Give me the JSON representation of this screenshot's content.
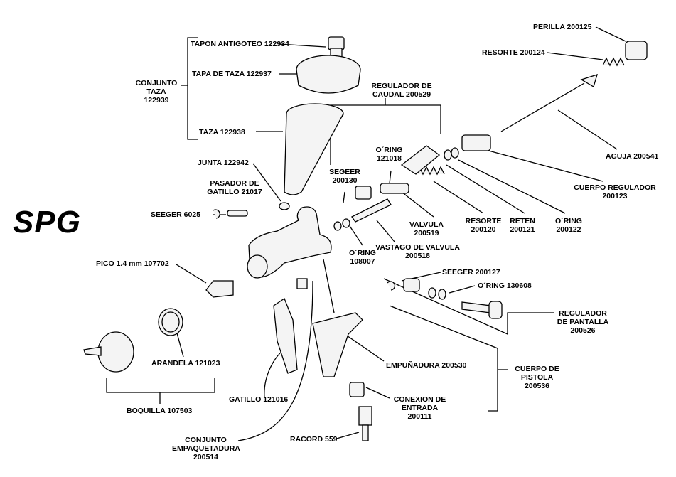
{
  "brand": "SPG",
  "colors": {
    "ink": "#000000",
    "background": "#ffffff",
    "part_fill": "#f4f4f4"
  },
  "labels": {
    "perilla": "PERILLA 200125",
    "resorte_124": "RESORTE 200124",
    "aguja": "AGUJA 200541",
    "cuerpo_regulador": [
      "CUERPO REGULADOR",
      "200123"
    ],
    "oring_122": [
      "O´RING",
      "200122"
    ],
    "reten": [
      "RETEN",
      "200121"
    ],
    "resorte_120": [
      "RESORTE",
      "200120"
    ],
    "valvula": [
      "VALVULA",
      "200519"
    ],
    "vastago": [
      "VASTAGO DE VALVULA",
      "200518"
    ],
    "oring_107": [
      "O´RING",
      "108007"
    ],
    "regulador_caudal": [
      "REGULADOR DE",
      "CAUDAL 200529"
    ],
    "oring_121": [
      "O´RING",
      "121018"
    ],
    "segeer": [
      "SEGEER",
      "200130"
    ],
    "tapon": "TAPON ANTIGOTEO 122934",
    "tapa": "TAPA DE TAZA 122937",
    "conjunto_taza": [
      "CONJUNTO",
      "TAZA",
      "122939"
    ],
    "taza": "TAZA 122938",
    "junta": "JUNTA 122942",
    "pasador": [
      "PASADOR DE",
      "GATILLO 21017"
    ],
    "seeger_6025": "SEEGER 6025",
    "pico": "PICO 1.4 mm 107702",
    "arandela": "ARANDELA 121023",
    "boquilla": "BOQUILLA  107503",
    "gatillo": "GATILLO 121016",
    "empaquetadura": [
      "CONJUNTO",
      "EMPAQUETADURA",
      "200514"
    ],
    "racord": "RACORD 559",
    "conexion": [
      "CONEXION DE",
      "ENTRADA",
      "200111"
    ],
    "empunadura": "EMPUÑADURA 200530",
    "cuerpo_pistola": [
      "CUERPO DE",
      "PISTOLA",
      "200536"
    ],
    "seeger_127": "SEEGER 200127",
    "oring_130": "O´RING 130608",
    "regulador_pantalla": [
      "REGULADOR",
      "DE PANTALLA",
      "200526"
    ]
  }
}
